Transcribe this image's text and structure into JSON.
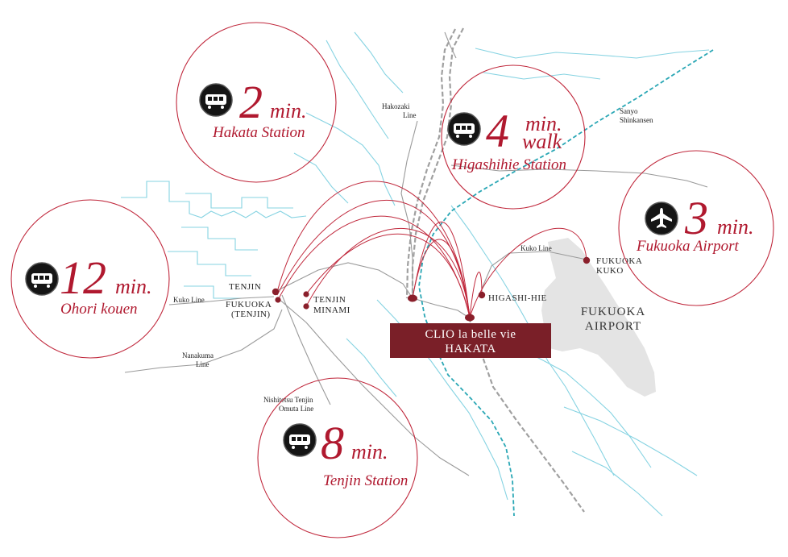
{
  "colors": {
    "accent": "#b0192f",
    "plate": "#7a1f28",
    "river": "#7fd0e0",
    "rail": "#8a8a8a",
    "road": "#9a9a9a",
    "airport_area": "#e3e3e3",
    "shinkansen": "#2aa7b5"
  },
  "property": {
    "line1": "CLIO la belle vie",
    "line2": "HAKATA"
  },
  "destinations": [
    {
      "num": "2",
      "unit": "min.",
      "place": "Hakata Station",
      "icon": "train-icon"
    },
    {
      "num": "4",
      "unit": "min.",
      "unit2": "walk",
      "place": "Higashihie Station",
      "icon": "train-icon"
    },
    {
      "num": "3",
      "unit": "min.",
      "place": "Fukuoka Airport",
      "icon": "plane-icon"
    },
    {
      "num": "12",
      "unit": "min.",
      "place": "Ohori kouen",
      "icon": "train-icon"
    },
    {
      "num": "8",
      "unit": "min.",
      "place": "Tenjin Station",
      "icon": "train-icon"
    }
  ],
  "stations": {
    "tenjin": "TENJIN",
    "fukuoka_tenjin_1": "FUKUOKA",
    "fukuoka_tenjin_2": "(TENJIN)",
    "tenjin_minami_1": "TENJIN",
    "tenjin_minami_2": "MINAMI",
    "higashi_hie": "HIGASHI-HIE",
    "fukuoka_kuko_1": "FUKUOKA",
    "fukuoka_kuko_2": "KUKO",
    "airport_1": "FUKUOKA",
    "airport_2": "AIRPORT"
  },
  "lines": {
    "hakozaki_1": "Hakozaki",
    "hakozaki_2": "Line",
    "sanyo_1": "Sanyo",
    "sanyo_2": "Shinkansen",
    "kuko_east": "Kuko Line",
    "kuko_west": "Kuko Line",
    "nanakuma_1": "Nanakuma",
    "nanakuma_2": "Line",
    "nishitetsu_1": "Nishitetsu Tenjin",
    "nishitetsu_2": "Omuta Line"
  }
}
